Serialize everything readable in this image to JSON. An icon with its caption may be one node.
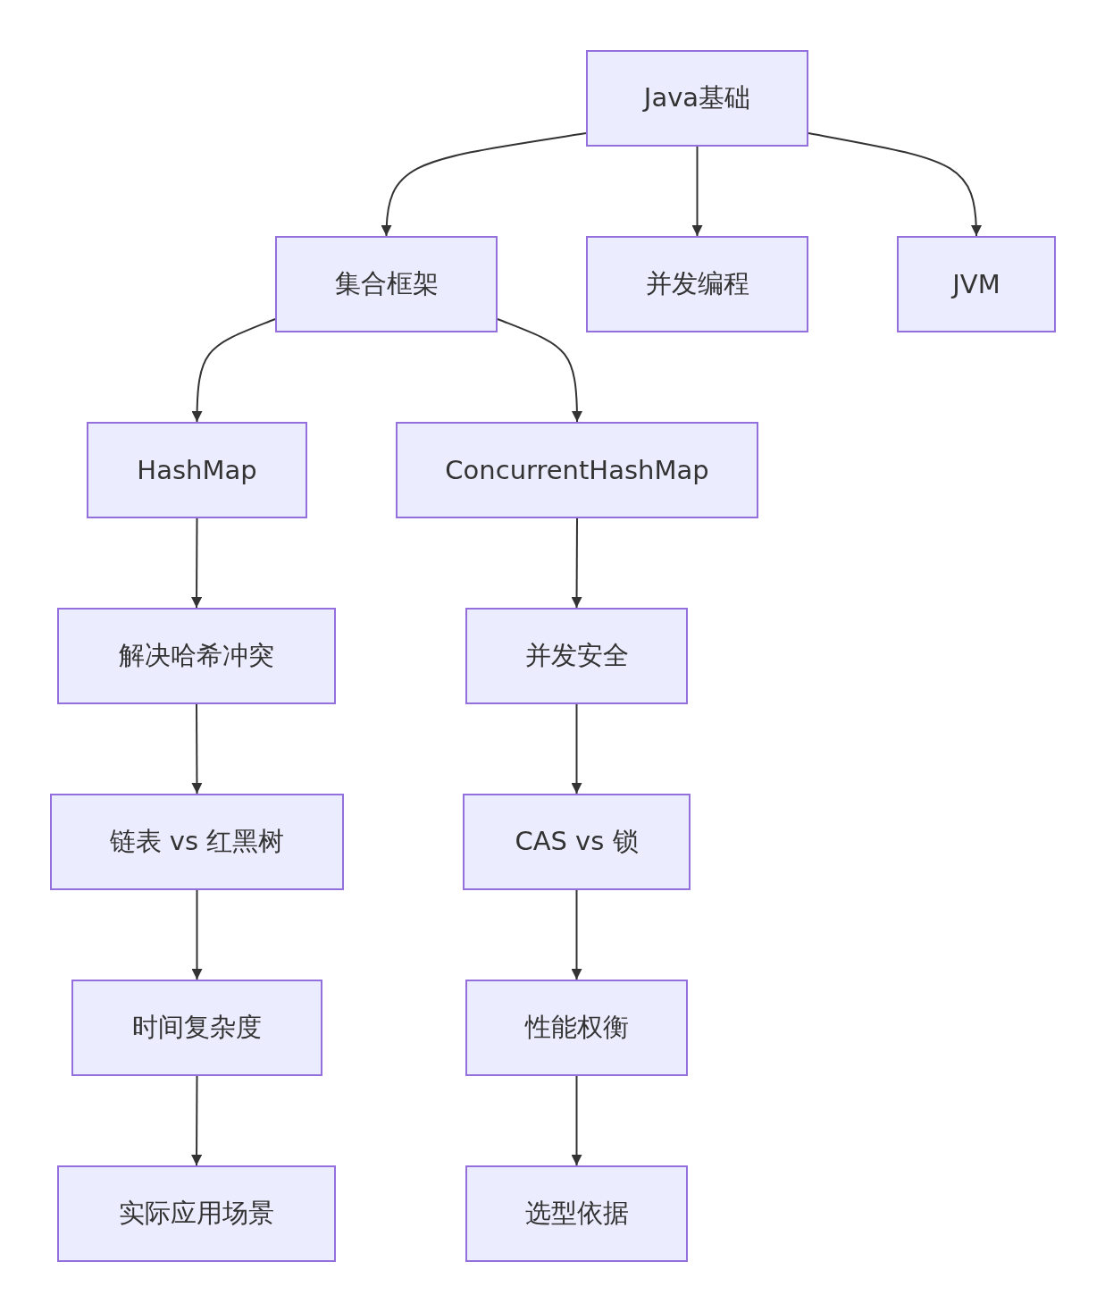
{
  "diagram": {
    "nodes": [
      {
        "text": [
          "Java基础"
        ]
      },
      {
        "text": [
          "集合框架"
        ]
      },
      {
        "text": [
          "并发编程"
        ]
      },
      {
        "text": [
          "JVM"
        ]
      },
      {
        "text": [
          "HashMap"
        ]
      },
      {
        "text": [
          "ConcurrentHashMap"
        ]
      },
      {
        "text": [
          "解决哈希冲突"
        ]
      },
      {
        "text": [
          "并发安全"
        ]
      },
      {
        "text": [
          "链表 vs 红黑树"
        ]
      },
      {
        "text": [
          "CAS vs 锁"
        ]
      },
      {
        "text": [
          "时间复杂度"
        ]
      },
      {
        "text": [
          "性能权衡"
        ]
      },
      {
        "text": [
          "实际应用场景"
        ]
      },
      {
        "text": [
          "选型依据"
        ]
      }
    ],
    "edges": [
      {
        "from": 0,
        "to": 1,
        "arrow": "to"
      },
      {
        "from": 0,
        "to": 2,
        "arrow": "to"
      },
      {
        "from": 0,
        "to": 3,
        "arrow": "to"
      },
      {
        "from": 1,
        "to": 4,
        "arrow": "to"
      },
      {
        "from": 1,
        "to": 5,
        "arrow": "to"
      },
      {
        "from": 4,
        "to": 6,
        "arrow": "to"
      },
      {
        "from": 6,
        "to": 8,
        "arrow": "to"
      },
      {
        "from": 8,
        "to": 10,
        "arrow": "to"
      },
      {
        "from": 10,
        "to": 12,
        "arrow": "to"
      },
      {
        "from": 5,
        "to": 7,
        "arrow": "to"
      },
      {
        "from": 7,
        "to": 9,
        "arrow": "to"
      },
      {
        "from": 9,
        "to": 11,
        "arrow": "to"
      },
      {
        "from": 11,
        "to": 13,
        "arrow": "to"
      }
    ]
  }
}
